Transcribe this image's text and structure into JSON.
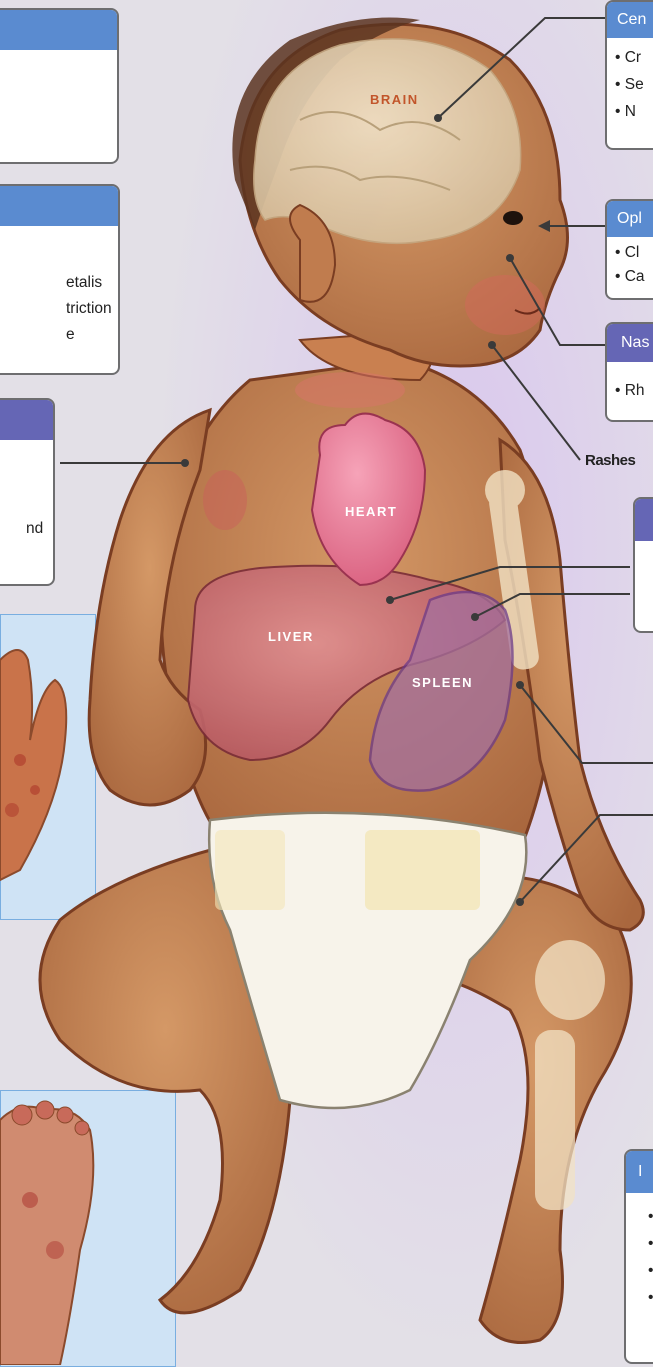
{
  "organ_labels": {
    "brain": "BRAIN",
    "heart": "HEART",
    "liver": "LIVER",
    "spleen": "SPLEEN"
  },
  "boxes": {
    "top_left": {
      "title": "",
      "items": []
    },
    "mid_left": {
      "title": "",
      "items": [
        "etalis",
        "triction",
        "e"
      ]
    },
    "skin_left": {
      "title": "",
      "items": [
        "nd"
      ]
    },
    "cns": {
      "title": "Cen",
      "items": [
        "• Cr",
        "• Se",
        "• N"
      ]
    },
    "ophthalmic": {
      "title": "Opl",
      "items": [
        "• Cl",
        "• Ca"
      ]
    },
    "nasal": {
      "title": "Nas",
      "items": [
        "• Rh"
      ]
    },
    "hepatosplenic": {
      "title": "",
      "items": [
        "",
        ""
      ]
    },
    "bone": {
      "title": "I",
      "items": [
        "•",
        "•",
        "•",
        "•"
      ]
    }
  },
  "callouts": {
    "rashes": "Rashes"
  },
  "colors": {
    "blue_header": "#5a8bd0",
    "purple_header": "#6566b5",
    "skin": "#c98a5a",
    "heart": "#e77a98",
    "liver": "#c8686e",
    "spleen": "#9a6aa0"
  }
}
